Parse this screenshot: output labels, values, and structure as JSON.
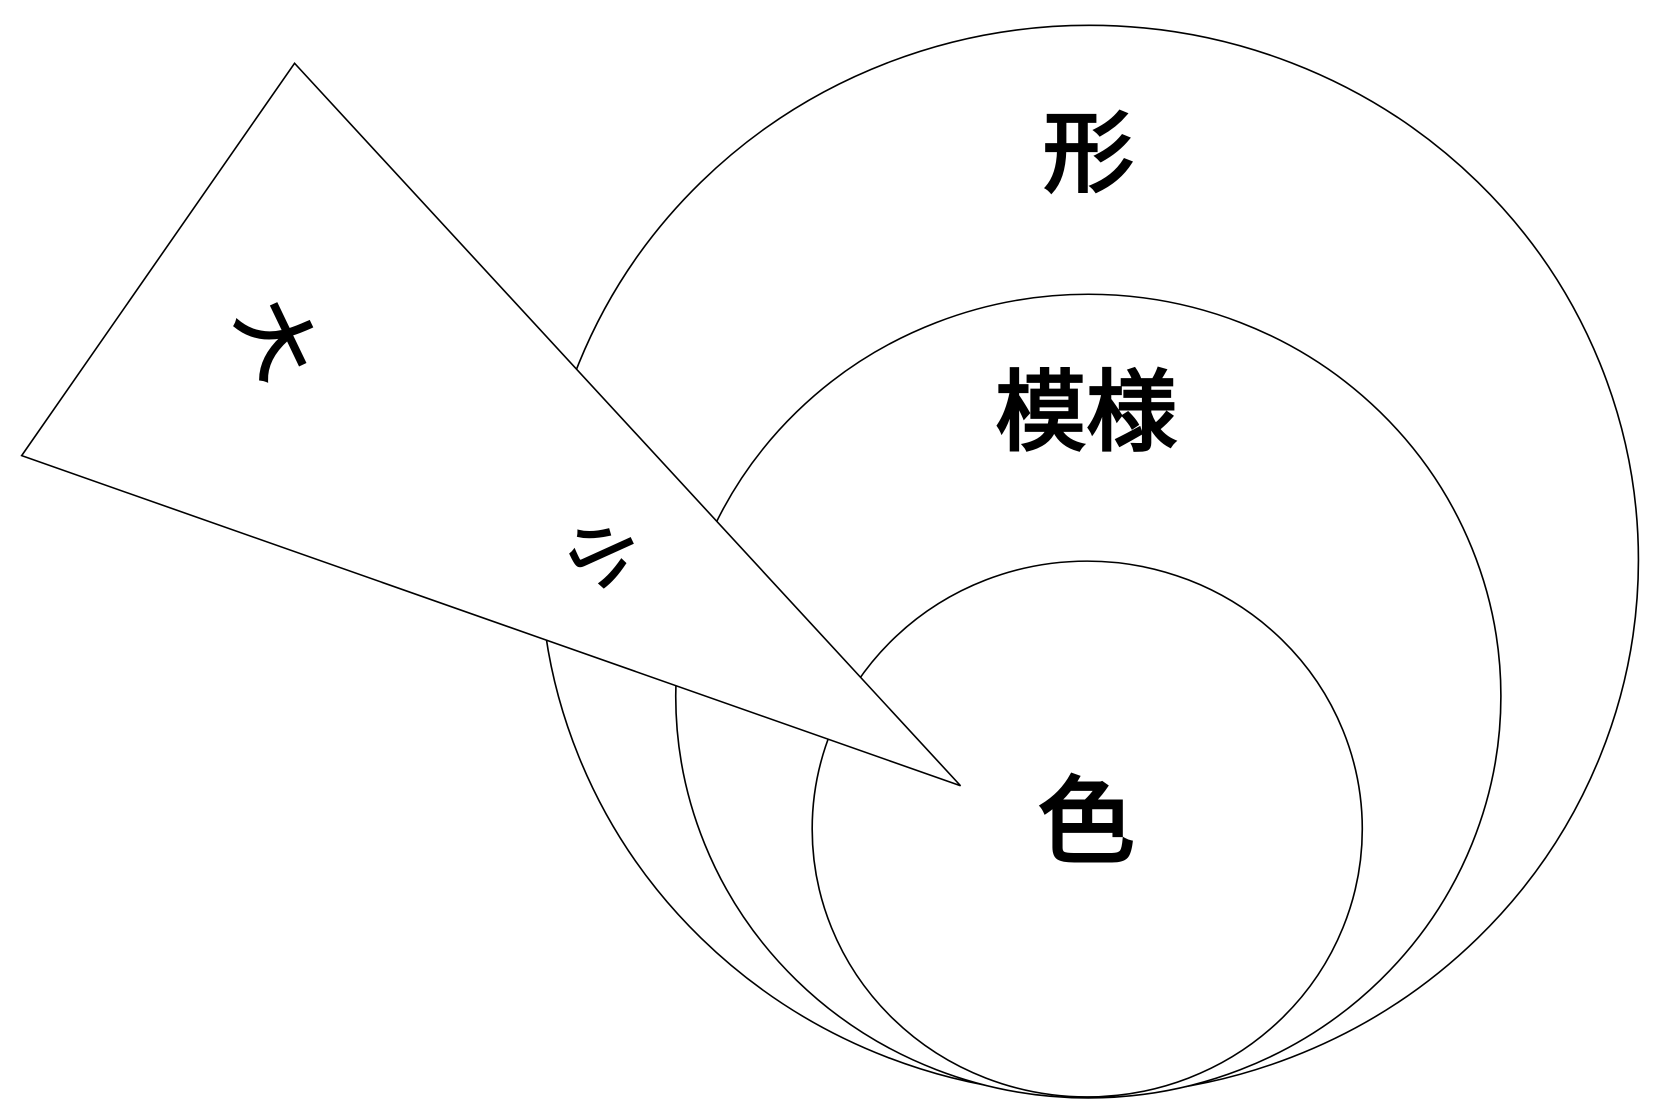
{
  "diagram": {
    "circles": [
      {
        "label": "形"
      },
      {
        "label": "模様"
      },
      {
        "label": "色"
      }
    ],
    "wedge": {
      "labels": [
        "大",
        "小"
      ]
    },
    "colors": {
      "stroke": "#000000",
      "fill": "#ffffff"
    }
  }
}
